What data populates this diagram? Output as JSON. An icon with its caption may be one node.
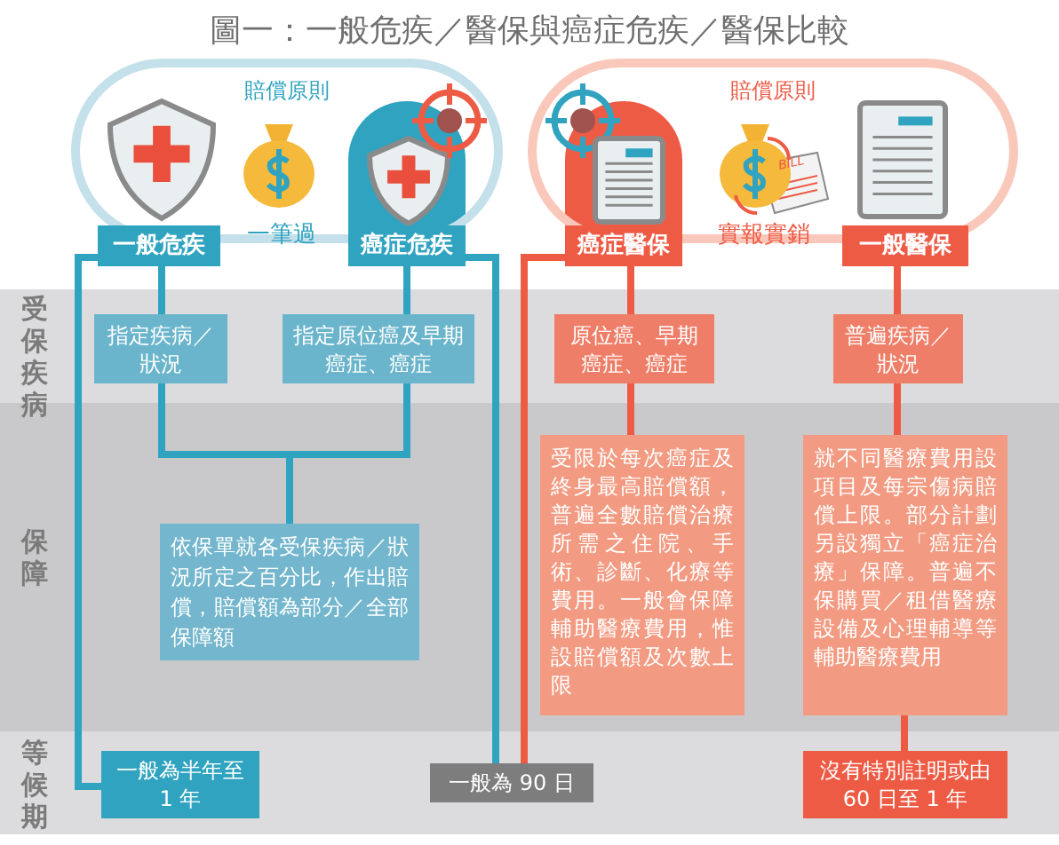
{
  "diagram": {
    "title": "圖一：一般危疾／醫保與癌症危疾／醫保比較",
    "nodes": [
      {
        "text": [
          "賠償原則"
        ]
      },
      {
        "text": [
          "一般危疾"
        ]
      },
      {
        "text": [
          "癌症危疾"
        ]
      },
      {
        "text": [
          "賠償原則"
        ]
      },
      {
        "text": [
          "癌症醫保"
        ]
      },
      {
        "text": [
          "一般醫保"
        ]
      },
      {
        "text": [
          "指定疾病／狀況"
        ]
      },
      {
        "text": [
          "指定原位癌及早期癌症、癌症"
        ]
      },
      {
        "text": [
          "依保單就各受保疾病／狀況所定之百分比，作出賠償，賠償額為部分／全部保障額"
        ]
      },
      {
        "text": [
          "一般為半年至 1 年"
        ]
      },
      {
        "text": [
          "原位癌、早期癌症、癌症"
        ]
      },
      {
        "text": [
          "普遍疾病／狀況"
        ]
      },
      {
        "text": [
          "受限於每次癌症及終身最高賠償額，普遍全數賠償治療所需之住院、手術、診斷、化療等費用。一般會保障輔助醫療費用，惟設賠償額及次數上限"
        ]
      },
      {
        "text": [
          "就不同醫療費用設項目及每宗傷病賠償上限。部分計劃另設獨立「癌症治療」保障。普遍不保購買／租借醫療設備及心理輔導等輔助醫療費用"
        ]
      },
      {
        "text": [
          "一般為 90 日"
        ]
      },
      {
        "text": [
          "沒有特別註明或由 60 日至 1 年"
        ]
      }
    ],
    "edges": [
      {
        "from": 1,
        "to": 6,
        "arrow": "none"
      },
      {
        "from": 1,
        "to": 9,
        "arrow": "none"
      },
      {
        "from": 2,
        "to": 7,
        "arrow": "none"
      },
      {
        "from": 2,
        "to": 14,
        "arrow": "none"
      },
      {
        "from": 6,
        "to": 8,
        "arrow": "none"
      },
      {
        "from": 7,
        "to": 8,
        "arrow": "none"
      },
      {
        "from": 4,
        "to": 10,
        "arrow": "none",
        "color": "#ee5b45"
      },
      {
        "from": 4,
        "to": 14,
        "arrow": "none",
        "color": "#ee5b45"
      },
      {
        "from": 10,
        "to": 12,
        "arrow": "none",
        "color": "#ee5b45"
      },
      {
        "from": 5,
        "to": 11,
        "arrow": "none",
        "color": "#ee5b45"
      },
      {
        "from": 11,
        "to": 13,
        "arrow": "none",
        "color": "#ee5b45"
      },
      {
        "from": 13,
        "to": 15,
        "arrow": "none",
        "color": "#ee5b45"
      }
    ],
    "labels": [
      "一筆過",
      "BILL",
      "實報實銷",
      "受保疾病",
      "保障",
      "等候期"
    ]
  }
}
